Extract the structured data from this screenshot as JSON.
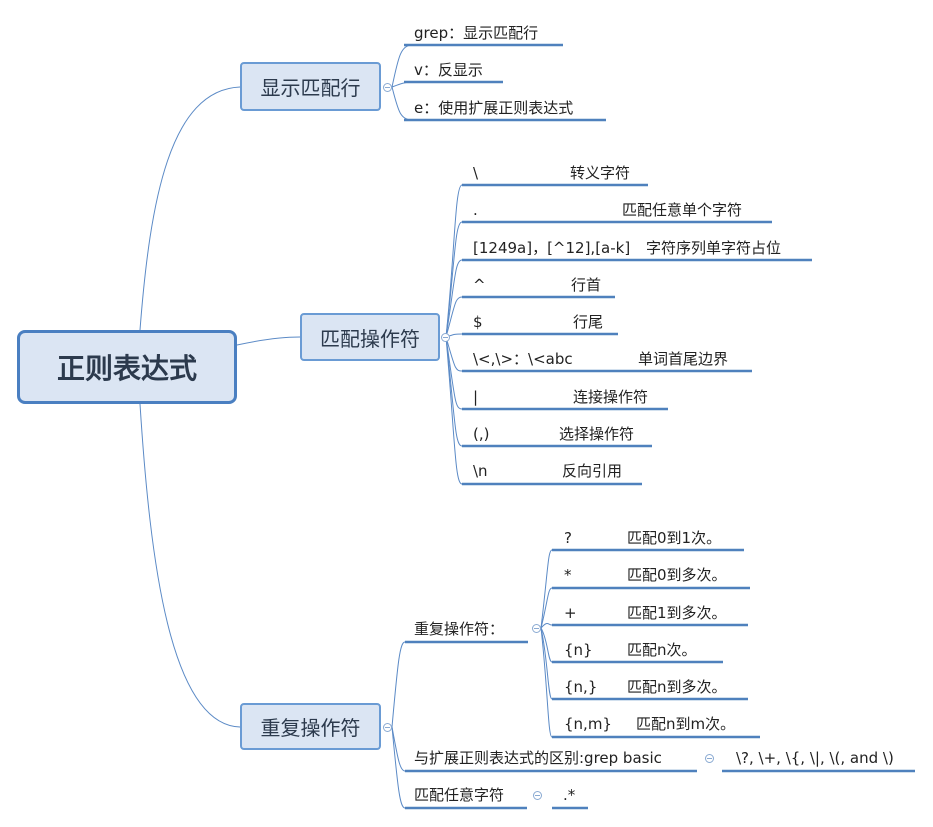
{
  "root": {
    "label": "正则表达式"
  },
  "branches": {
    "display": {
      "label": "显示匹配行",
      "items": [
        "grep：显示匹配行",
        "v：反显示",
        "e：使用扩展正则表达式"
      ]
    },
    "match": {
      "label": "匹配操作符",
      "items": [
        {
          "op": "\\",
          "desc": "转义字符"
        },
        {
          "op": ".",
          "desc": "匹配任意单个字符"
        },
        {
          "op": "[1249a]，[^12],[a-k]",
          "desc": "字符序列单字符占位"
        },
        {
          "op": "^",
          "desc": "行首"
        },
        {
          "op": "$",
          "desc": "行尾"
        },
        {
          "op": "\\<,\\>：\\<abc",
          "desc": "单词首尾边界"
        },
        {
          "op": "|",
          "desc": "连接操作符"
        },
        {
          "op": "(,)",
          "desc": "选择操作符"
        },
        {
          "op": "\\n",
          "desc": "反向引用"
        }
      ]
    },
    "repeat": {
      "label": "重复操作符",
      "sub_label": "重复操作符：",
      "sub_items": [
        {
          "op": "?",
          "desc": "匹配0到1次。"
        },
        {
          "op": "*",
          "desc": "匹配0到多次。"
        },
        {
          "op": "+",
          "desc": "匹配1到多次。"
        },
        {
          "op": "{n}",
          "desc": "匹配n次。"
        },
        {
          "op": "{n,}",
          "desc": "匹配n到多次。"
        },
        {
          "op": "{n,m}",
          "desc": "匹配n到m次。"
        }
      ],
      "diff_label": "与扩展正则表达式的区别:grep basic",
      "diff_value": "\\?, \\+, \\{, \\|, \\(, and \\)",
      "any_label": "匹配任意字符",
      "any_value": ".*"
    }
  },
  "colors": {
    "line": "#4f81bd",
    "node_fill": "#dbe5f3",
    "node_border": "#6a9bd4",
    "root_border": "#4a7fc1"
  }
}
